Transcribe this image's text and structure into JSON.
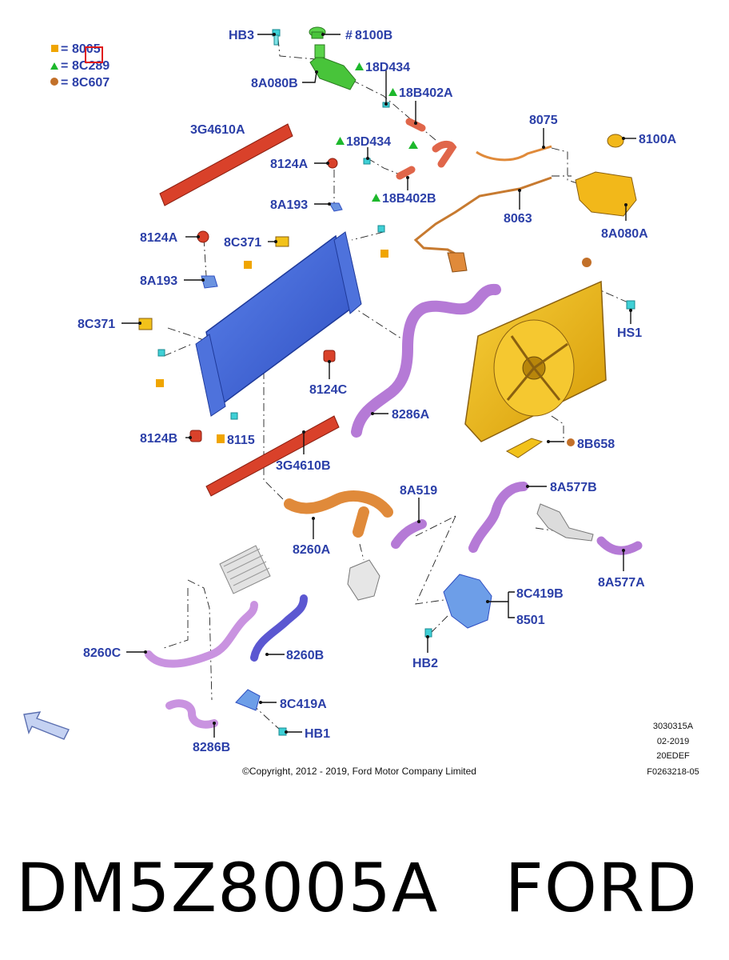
{
  "legend": {
    "square_code": "8005",
    "triangle_code": "8C289",
    "circle_code": "8C607",
    "equals": "="
  },
  "labels": {
    "hb3": "HB3",
    "l8100b_hash": "#",
    "l8100b": "8100B",
    "l8a080b": "8A080B",
    "l18d434_top": "18D434",
    "l18b402a": "18B402A",
    "l3g4610a": "3G4610A",
    "l18d434_mid": "18D434",
    "l8124a_top": "8124A",
    "l18b402b": "18B402B",
    "l8a193_top": "8A193",
    "l8075": "8075",
    "l8100a": "8100A",
    "l8063": "8063",
    "l8a080a": "8A080A",
    "l8124a_left": "8124A",
    "l8c371_top": "8C371",
    "l8a193_left": "8A193",
    "l8c371_left": "8C371",
    "hs1": "HS1",
    "l8124c": "8124C",
    "l8286a": "8286A",
    "l8124b": "8124B",
    "l8115": "8115",
    "l3g4610b": "3G4610B",
    "l8b658": "8B658",
    "l8a519": "8A519",
    "l8a577b": "8A577B",
    "l8260a": "8260A",
    "l8a577a": "8A577A",
    "l8c419b": "8C419B",
    "l8501": "8501",
    "hb2": "HB2",
    "l8260c": "8260C",
    "l8260b": "8260B",
    "l8c419a": "8C419A",
    "hb1": "HB1",
    "l8286b": "8286B"
  },
  "meta": {
    "code1": "3030315A",
    "date": "02-2019",
    "code2": "20EDEF",
    "code3": "F0263218-05",
    "copyright": "©Copyright, 2012 - 2019, Ford Motor Company Limited"
  },
  "caption": {
    "part_number": "DM5Z8005A",
    "brand": "FORD"
  },
  "colors": {
    "label_blue": "#2b3fa8",
    "radiator_blue": "#3b63d6",
    "fan_yellow": "#e8b10d",
    "hose_purple": "#b57ad6",
    "hose_orange": "#e08a3a",
    "seal_red": "#d9412a",
    "bottle_green": "#48c43a",
    "legend_square": "#f0a500",
    "legend_triangle": "#1db82c",
    "legend_circle": "#c27029"
  }
}
